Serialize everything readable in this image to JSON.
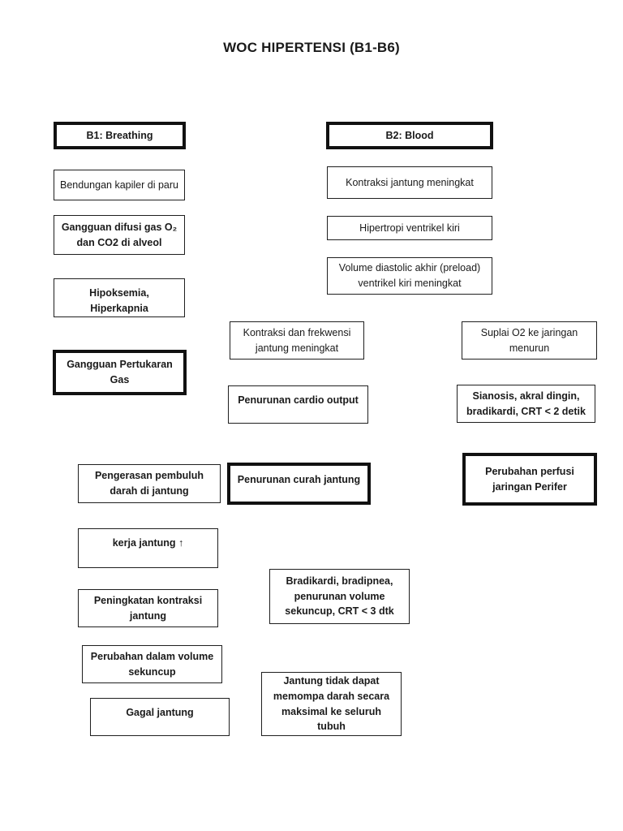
{
  "page": {
    "title": "WOC HIPERTENSI (B1-B6)",
    "background_color": "#ffffff",
    "box_border_color": "#1f1f1f",
    "text_color": "#1a1a1a"
  },
  "nodes": [
    {
      "id": "b1-breathing-header",
      "text": "B1: Breathing"
    },
    {
      "id": "bendungan-kapiler",
      "text": "Bendungan kapiler di paru"
    },
    {
      "id": "gangguan-difusi-gas",
      "text": "Gangguan difusi gas O₂ dan CO2 di alveol"
    },
    {
      "id": "hipoksemia-hiperkapnia",
      "text": "Hipoksemia, Hiperkapnia"
    },
    {
      "id": "gangguan-pertukaran-gas",
      "text": "Gangguan Pertukaran Gas"
    },
    {
      "id": "b2-blood-header",
      "text": "B2: Blood"
    },
    {
      "id": "kontraksi-jantung-meningkat",
      "text": "Kontraksi jantung meningkat"
    },
    {
      "id": "hipertropi-ventrikel-kiri",
      "text": "Hipertropi ventrikel kiri"
    },
    {
      "id": "volume-diastolic-akhir",
      "text": "Volume diastolic akhir (preload) ventrikel kiri meningkat"
    },
    {
      "id": "kontraksi-frekwensi",
      "text": "Kontraksi dan frekwensi jantung meningkat"
    },
    {
      "id": "penurunan-cardio-output",
      "text": "Penurunan cardio output"
    },
    {
      "id": "suplai-o2-jaringan",
      "text": "Suplai O2 ke jaringan menurun"
    },
    {
      "id": "sianosis-akral-dingin",
      "text": "Sianosis, akral dingin, bradikardi, CRT < 2 detik"
    },
    {
      "id": "pengerasan-pembuluh",
      "text": "Pengerasan pembuluh darah di jantung"
    },
    {
      "id": "penurunan-curah-jantung",
      "text": "Penurunan curah jantung"
    },
    {
      "id": "perubahan-perfusi-perifer",
      "text": "Perubahan perfusi jaringan Perifer"
    },
    {
      "id": "kerja-jantung-naik",
      "text": "kerja jantung ↑"
    },
    {
      "id": "peningkatan-kontraksi",
      "text": "Peningkatan kontraksi jantung"
    },
    {
      "id": "perubahan-volume-sekuncup",
      "text": "Perubahan dalam volume sekuncup"
    },
    {
      "id": "gagal-jantung",
      "text": "Gagal jantung"
    },
    {
      "id": "bradikardi-bradipnea",
      "text": "Bradikardi, bradipnea, penurunan volume sekuncup, CRT < 3 dtk"
    },
    {
      "id": "jantung-tidak-memompa",
      "text": "Jantung tidak dapat memompa darah secara maksimal ke seluruh tubuh"
    }
  ]
}
